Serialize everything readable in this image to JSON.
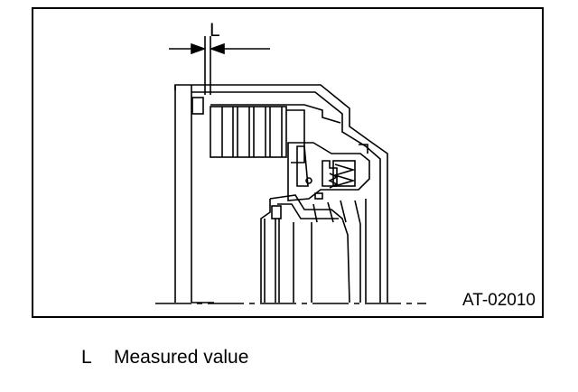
{
  "figure": {
    "id": "AT-02010",
    "dimension_symbol": "L"
  },
  "legend": {
    "symbol": "L",
    "description": "Measured value"
  }
}
